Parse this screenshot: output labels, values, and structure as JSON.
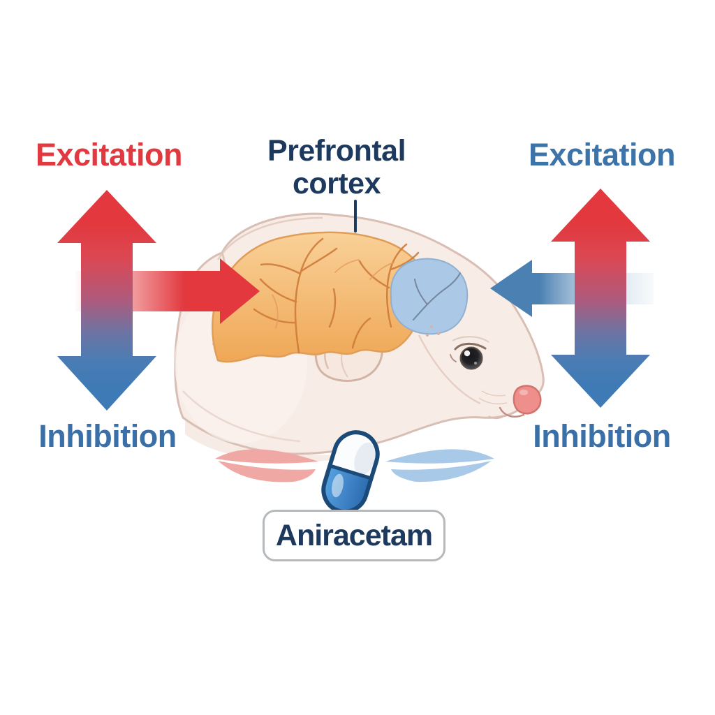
{
  "labels": {
    "excitation_left": "Excitation",
    "excitation_right": "Excitation",
    "inhibition_left": "Inhibition",
    "inhibition_right": "Inhibition",
    "prefrontal_line1": "Prefrontal",
    "prefrontal_line2": "cortex",
    "drug_name": "Aniracetam"
  },
  "colors": {
    "excitation_left_text": "#e23940",
    "excitation_right_text": "#3c73a8",
    "inhibition_text": "#3a70a7",
    "navy_label_text": "#1d3a5e",
    "arrow_red": "#e2383e",
    "arrow_blue": "#3f7db8",
    "brain_highlight_orange": "#f3b166",
    "brain_region_blue": "#a9c8e6",
    "mouse_body": "#f7ece6",
    "leaf_pink": "#f0a8a4",
    "leaf_blue": "#a9c9e8",
    "pill_blue": "#3f86c9",
    "pill_outline": "#1c4a78",
    "label_box_border": "#b5b9bc"
  }
}
